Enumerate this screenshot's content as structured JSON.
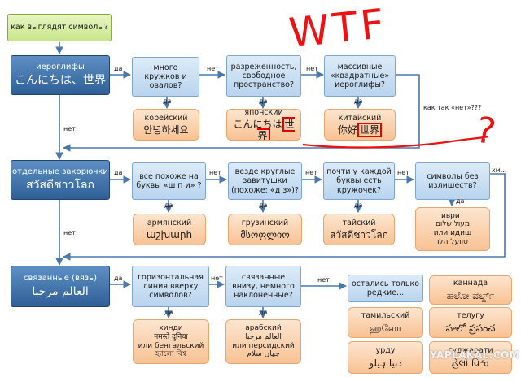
{
  "start": "как выглядят символы?",
  "main_nodes": {
    "hieroglyphs": {
      "title": "иероглифы",
      "sample": "こんにちは、世界"
    },
    "closed_hooks": {
      "title": "отдельные закорючки",
      "sample": "สวัสดีชาวโลก"
    },
    "connected": {
      "title": "связанные (вязь)",
      "sample": "العالم مرحبا"
    }
  },
  "questions": {
    "q_circles": "много кружков и овалов?",
    "q_sparse": "разреженность, свободное пространство?",
    "q_square": "массивные «квадратные» иероглифы?",
    "q_letters": "все похоже на буквы «ш п и» ?",
    "q_round": "везде круглые завитушки (похоже: «д з»)?",
    "q_eachletter": "почти у каждой буквы есть кружочек?",
    "q_noexcess": "символы без излишеств?",
    "q_line": "горизонтальная линия вверху символов?",
    "q_below": "связанные внизу, немного наклоненные?",
    "q_only": "остались только редкие..."
  },
  "answers": {
    "korean": {
      "name": "корейский",
      "sample": "안녕하세요"
    },
    "japanese": {
      "name": "японский",
      "sample": "こんにちは",
      "hl": "世界"
    },
    "chinese": {
      "name": "китайский",
      "sample": "你好",
      "hl": "世界"
    },
    "armenian": {
      "name": "армянский",
      "sample": "աշխարհ"
    },
    "georgian": {
      "name": "грузинский",
      "sample": "მსოფლიო"
    },
    "thai": {
      "name": "тайский",
      "sample": "สวัสดีชาวโลก"
    },
    "hebrew": {
      "name": "иврит",
      "line1": "מעול שלום",
      "line2": "или идиш",
      "line3": "טוועל הלו"
    },
    "hindi": {
      "name": "хинди",
      "line1": "नमस्ते दुनिया",
      "line2": "или бенгальский",
      "line3": "হ্যালো বিশ্ব"
    },
    "arabic": {
      "name": "арабский",
      "line1": "العالم مرحبا",
      "line2": "или персидский",
      "line3": "جهان سلام"
    },
    "kannada": {
      "name": "каннада",
      "sample": "ಹಲೋ ವರ್ಲ್ಡ್"
    },
    "tamil": {
      "name": "тамильский",
      "sample": "ஹலோ"
    },
    "telugu": {
      "name": "телугу",
      "sample": "హలో ప్రపంచ"
    },
    "urdu": {
      "name": "урду",
      "sample": "دنیا ہیلو"
    },
    "gujarati": {
      "name": "гуджарати",
      "sample": "હેલો વિશ્વ"
    }
  },
  "edge_labels": {
    "yes": "да",
    "no": "нет",
    "how_no": "как так «нет»???",
    "hmm": "хм..."
  },
  "annotations": {
    "wtf": "WTF",
    "question_mark": "?"
  },
  "watermark": "YAPLAKAL.COM"
}
